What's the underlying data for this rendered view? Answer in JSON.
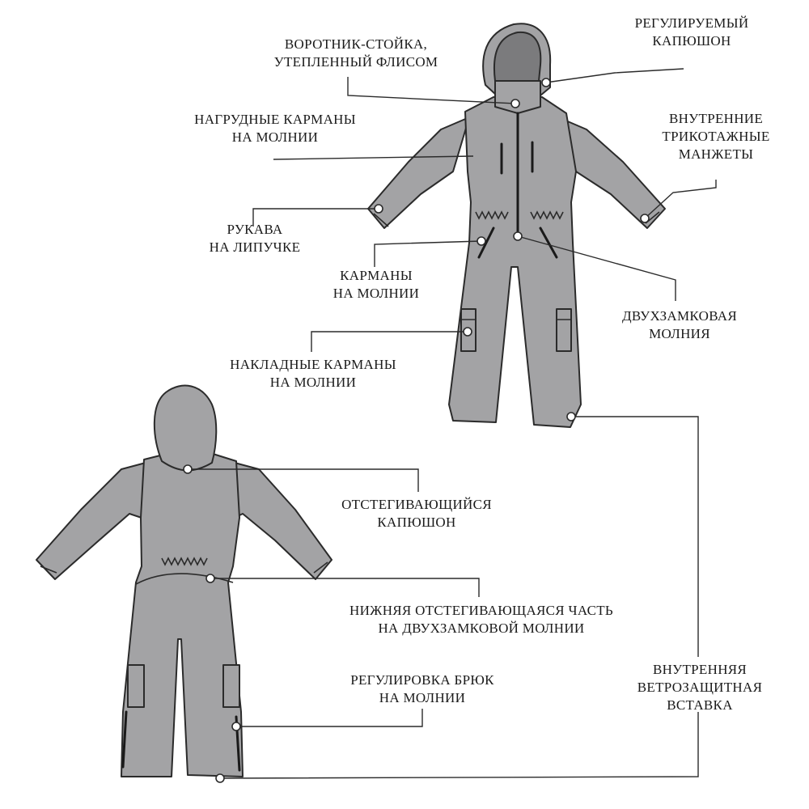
{
  "colors": {
    "garment_fill": "#a3a3a5",
    "hood_inner": "#7b7b7d",
    "outline": "#2b2b2b",
    "leader_line": "#2b2b2b",
    "label_text": "#1a1a1a",
    "background": "#ffffff"
  },
  "labels": {
    "hood_adjustable": [
      "РЕГУЛИРУЕМЫЙ",
      "КАПЮШОН"
    ],
    "collar": [
      "ВОРОТНИК-СТОЙКА,",
      "УТЕПЛЕННЫЙ ФЛИСОМ"
    ],
    "chest_pockets": [
      "НАГРУДНЫЕ КАРМАНЫ",
      "НА МОЛНИИ"
    ],
    "inner_cuffs": [
      "ВНУТРЕННИЕ",
      "ТРИКОТАЖНЫЕ",
      "МАНЖЕТЫ"
    ],
    "velcro_sleeves": [
      "РУКАВА",
      "НА ЛИПУЧКЕ"
    ],
    "zip_pockets": [
      "КАРМАНЫ",
      "НА МОЛНИИ"
    ],
    "two_way_zip": [
      "ДВУХЗАМКОВАЯ",
      "МОЛНИЯ"
    ],
    "patch_pockets": [
      "НАКЛАДНЫЕ КАРМАНЫ",
      "НА МОЛНИИ"
    ],
    "detachable_hood": [
      "ОТСТЕГИВАЮЩИЙСЯ",
      "КАПЮШОН"
    ],
    "detachable_bottom": [
      "НИЖНЯЯ ОТСТЕГИВАЮЩАЯСЯ ЧАСТЬ",
      "НА ДВУХЗАМКОВОЙ МОЛНИИ"
    ],
    "pants_adjust": [
      "РЕГУЛИРОВКА БРЮК",
      "НА МОЛНИИ"
    ],
    "wind_insert": [
      "ВНУТРЕННЯЯ",
      "ВЕТРОЗАЩИТНАЯ",
      "ВСТАВКА"
    ]
  }
}
